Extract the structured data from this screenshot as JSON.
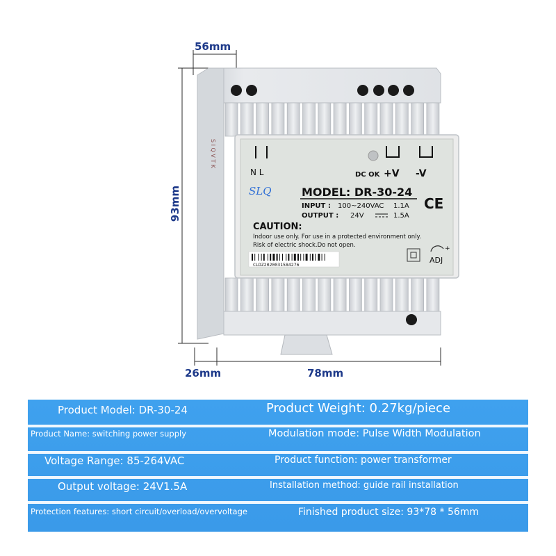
{
  "dimensions": {
    "depth": "56mm",
    "height": "93mm",
    "rail": "26mm",
    "width": "78mm"
  },
  "device": {
    "terminals": {
      "left": "N  L",
      "dc_ok": "DC OK",
      "plus": "+V",
      "minus": "-V"
    },
    "brand": "SLQ",
    "model_label": "MODEL: DR-30-24",
    "input_label": "INPUT :",
    "input_value": "100~240VAC",
    "input_current": "1.1A",
    "output_label": "OUTPUT :",
    "output_value": "24V",
    "output_current": "1.5A",
    "ce_mark": "CE",
    "caution_title": "CAUTION:",
    "caution_line1": "Indoor use only. For use in a protected environment only.",
    "caution_line2": "Risk of electric shock.Do not open.",
    "serial": "CLDZ2020031584276",
    "adj_label": "ADJ",
    "side_text": "S I Q V T K"
  },
  "specs": {
    "left": [
      "Product Model: DR-30-24",
      "Product Name: switching power supply",
      "Voltage Range: 85-264VAC",
      "Output voltage: 24V1.5A",
      "Protection features: short circuit/overload/overvoltage"
    ],
    "right": [
      "Product Weight: 0.27kg/piece",
      "Modulation mode: Pulse Width Modulation",
      "Product function: power transformer",
      "Installation method: guide rail installation",
      "Finished product size: 93*78 * 56mm"
    ]
  },
  "colors": {
    "panel_blue": "#3fa1ee",
    "dimension_text": "#1e3a8a",
    "housing": "#e4e6e9",
    "label": "#dfe3df"
  }
}
